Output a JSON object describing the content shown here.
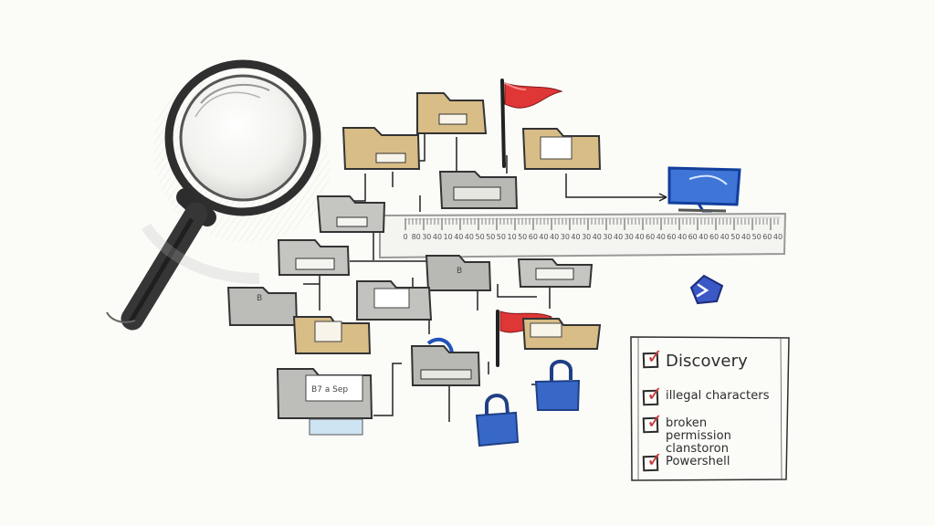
{
  "colors": {
    "folder_tan": "#d8bd87",
    "folder_gray": "#b8b8b4",
    "flag_red": "#d93535",
    "monitor_blue": "#3f75d6",
    "lock_blue": "#3768c8",
    "check_red": "#c83a3a",
    "paper_white": "#fbfbf8",
    "ink": "#2a2a2a"
  },
  "icons": [
    "magnifying-glass-icon",
    "folder-icon",
    "red-flag-icon",
    "monitor-icon",
    "ruler-icon",
    "lock-icon",
    "powershell-icon",
    "checkbox-icon"
  ],
  "ruler": {
    "labels": [
      "0",
      "80",
      "30",
      "40",
      "10",
      "40",
      "40",
      "50",
      "50",
      "50",
      "10",
      "50",
      "60",
      "40",
      "40",
      "30",
      "40",
      "30",
      "40",
      "30",
      "40",
      "30",
      "40",
      "60",
      "40",
      "60",
      "40",
      "60",
      "40",
      "60",
      "40",
      "50",
      "40",
      "50",
      "60",
      "40"
    ]
  },
  "folder_tags": {
    "left_folder": "B7 a Sep",
    "left_small": "B",
    "center_small": "B"
  },
  "checklist": {
    "items": [
      {
        "label": "Discovery"
      },
      {
        "label": "illegal characters"
      },
      {
        "label": "broken permission clanstoron"
      },
      {
        "label": "Powershell"
      }
    ]
  }
}
